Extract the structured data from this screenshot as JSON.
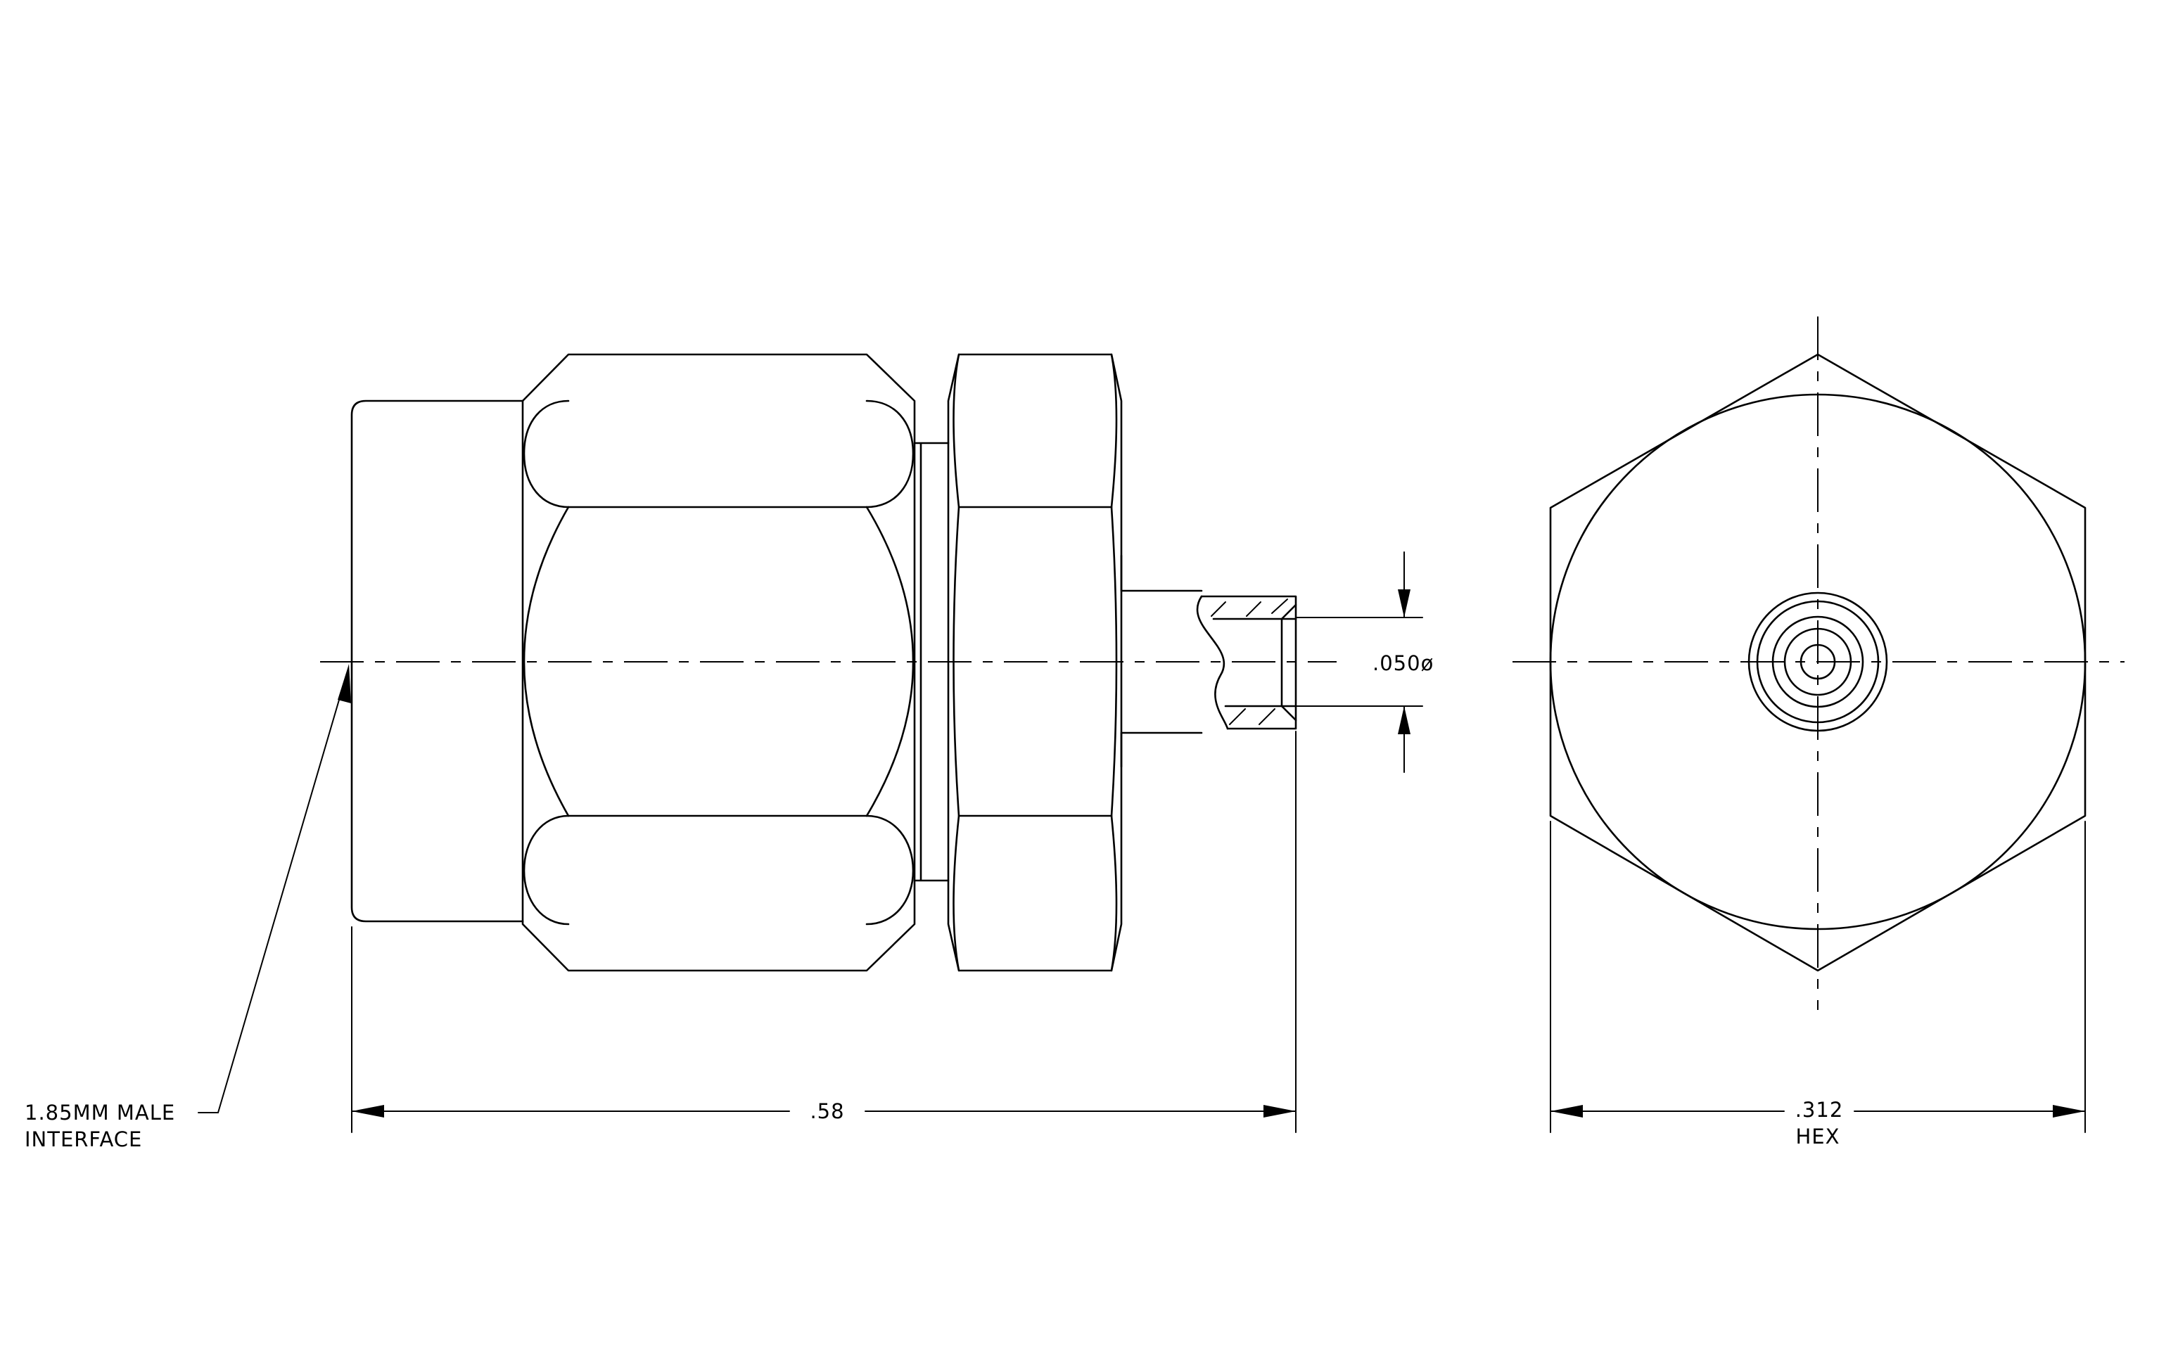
{
  "labels": {
    "interface_line1": "1.85MM MALE",
    "interface_line2": "INTERFACE",
    "length": ".58",
    "pin_diameter": ".050ø",
    "hex_size": ".312",
    "hex_word": "HEX"
  }
}
